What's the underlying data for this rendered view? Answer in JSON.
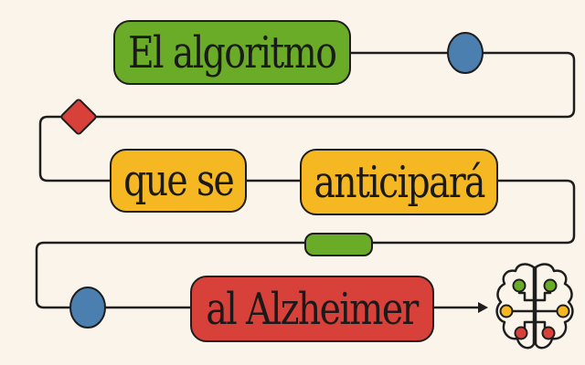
{
  "title": {
    "line1": "El algoritmo",
    "line2a": "que se",
    "line2b": "anticipará",
    "line3": "al Alzheimer"
  },
  "colors": {
    "background": "#faf4ea",
    "green": "#6aab27",
    "yellow": "#f5b822",
    "red": "#d8403a",
    "blue": "#4a7fb0",
    "stroke": "#1e1e1e"
  },
  "icons": {
    "node_shapes": [
      "blue-circle",
      "red-diamond",
      "green-pill",
      "blue-circle"
    ],
    "end_icon": "brain-circuit-icon"
  }
}
